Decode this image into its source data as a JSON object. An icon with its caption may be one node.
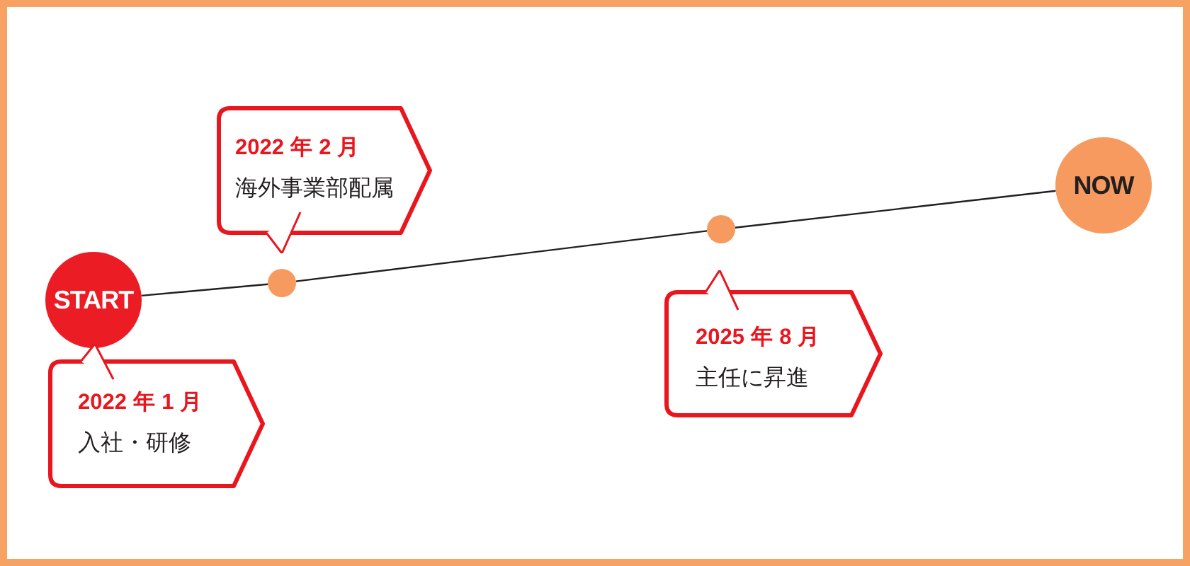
{
  "diagram": {
    "nodes": [
      {
        "text": [
          "START"
        ]
      },
      {
        "text": [],
        "shape": "circle"
      },
      {
        "text": [],
        "shape": "circle"
      },
      {
        "text": [
          "NOW"
        ]
      },
      {
        "text": [
          "2022 年 1 月",
          "入社・研修"
        ]
      },
      {
        "text": [
          "2022 年 2 月",
          "海外事業部配属"
        ]
      },
      {
        "text": [
          "2025 年 8 月",
          "主任に昇進"
        ]
      }
    ],
    "edges": [
      {
        "from": 0,
        "to": 1,
        "arrow": "none"
      },
      {
        "from": 1,
        "to": 2,
        "arrow": "none"
      },
      {
        "from": 2,
        "to": 3,
        "arrow": "none"
      }
    ]
  }
}
